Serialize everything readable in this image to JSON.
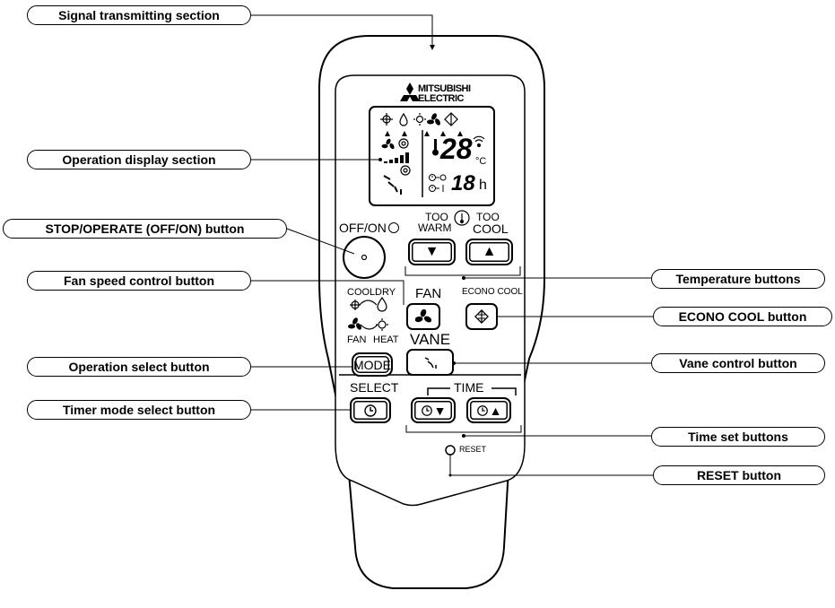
{
  "brand": {
    "name_line1": "MITSUBISHI",
    "name_line2": "ELECTRIC"
  },
  "callouts": {
    "signal": "Signal transmitting section",
    "display": "Operation display section",
    "stop_operate": "STOP/OPERATE (OFF/ON) button",
    "fan_speed": "Fan speed control button",
    "operation_select": "Operation select button",
    "timer_mode": "Timer mode select button",
    "temperature": "Temperature buttons",
    "econo": "ECONO COOL button",
    "vane": "Vane control button",
    "time_set": "Time set buttons",
    "reset": "RESET button"
  },
  "remote": {
    "off_on_label": "OFF/ON",
    "too_warm_line1": "TOO",
    "too_warm_line2": "WARM",
    "too_cool_line1": "TOO",
    "too_cool_line2": "COOL",
    "fan_label": "FAN",
    "econo_cool_label": "ECONO COOL",
    "vane_label": "VANE",
    "mode_label": "MODE",
    "cool_label": "COOL",
    "dry_label": "DRY",
    "fan_mode_label": "FAN",
    "heat_label": "HEAT",
    "select_label": "SELECT",
    "time_label": "TIME",
    "reset_label": "RESET",
    "temp_value": "28",
    "temp_unit": "°C",
    "timer_value": "18",
    "timer_unit": "h",
    "down_arrow": "▼",
    "up_arrow": "▲"
  },
  "icons": [
    "cool-icon",
    "dry-icon",
    "heat-icon",
    "fan-icon",
    "econo-cool-icon",
    "thermometer-icon",
    "clock-icon",
    "vane-icon",
    "signal-icon",
    "mitsubishi-logo"
  ]
}
